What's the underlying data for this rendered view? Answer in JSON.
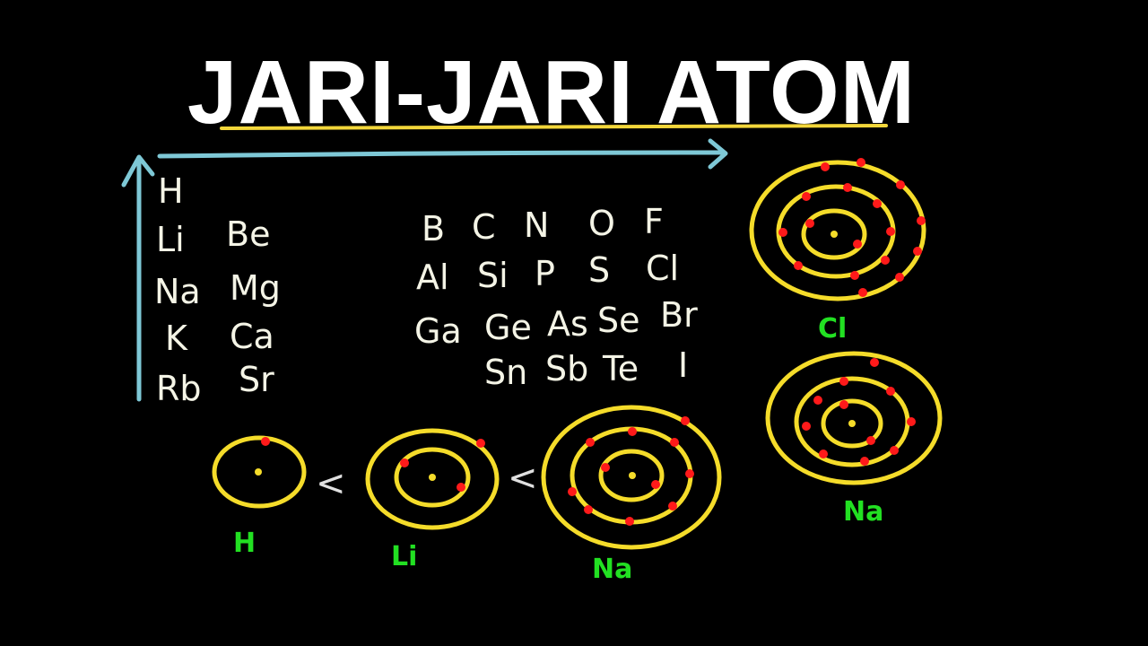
{
  "title": "JARI-JARI ATOM",
  "colors": {
    "background": "#000000",
    "title": "#ffffff",
    "underline": "#f2d63a",
    "arrow": "#7ec8d6",
    "shell": "#f5dc2a",
    "electron": "#ff1a1a",
    "nucleus": "#f5dc2a",
    "label": "#22e022",
    "element_text": "#f4f4e6"
  },
  "left_elements": [
    "H",
    "Li",
    "Be",
    "Na",
    "Mg",
    "K",
    "Ca",
    "Rb",
    "Sr"
  ],
  "right_elements": [
    "B",
    "C",
    "N",
    "O",
    "F",
    "Al",
    "Si",
    "P",
    "S",
    "Cl",
    "Ga",
    "Ge",
    "As",
    "Se",
    "Br",
    "Sn",
    "Sb",
    "Te",
    "I"
  ],
  "comparison_symbols": [
    "<",
    "<"
  ],
  "atom_labels": {
    "h": "H",
    "li": "Li",
    "na_bottom": "Na",
    "cl": "Cl",
    "na_right": "Na"
  }
}
